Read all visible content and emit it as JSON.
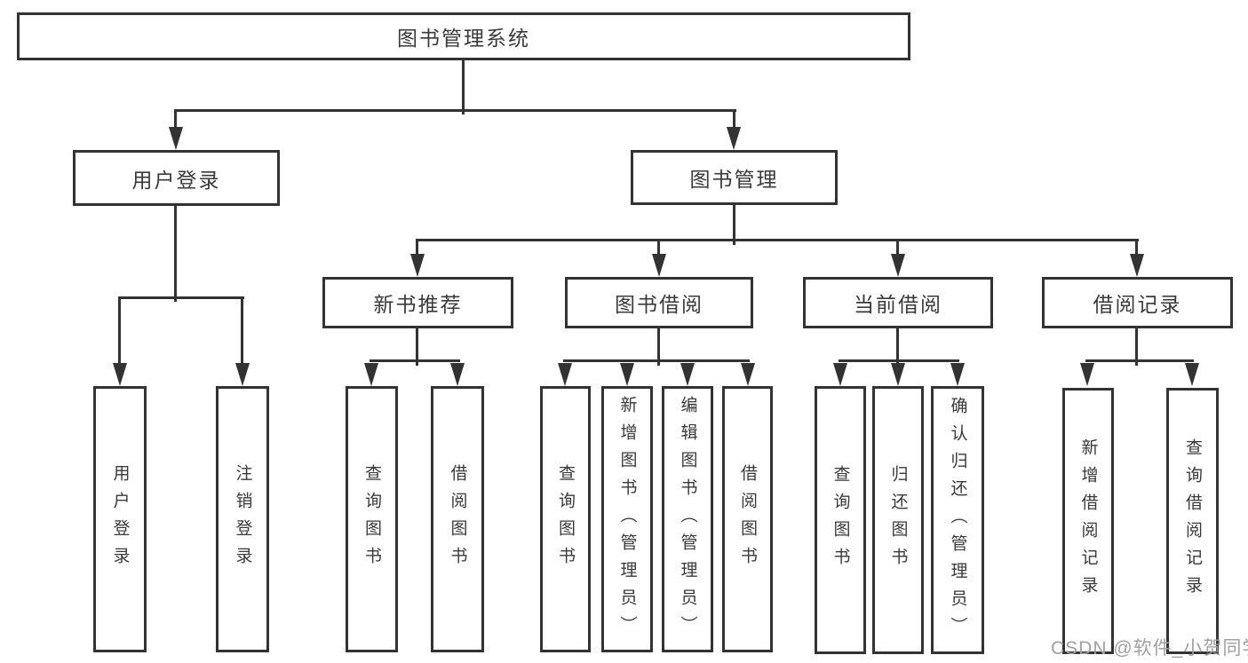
{
  "diagram_title": "图书管理系统",
  "tree": {
    "root": {
      "label": "图书管理系统"
    },
    "branches": [
      {
        "label": "用户登录",
        "children": [
          {
            "label": "用户登录"
          },
          {
            "label": "注销登录"
          }
        ]
      },
      {
        "label": "图书管理",
        "children": [
          {
            "label": "新书推荐",
            "children": [
              {
                "label": "查询图书"
              },
              {
                "label": "借阅图书"
              }
            ]
          },
          {
            "label": "图书借阅",
            "children": [
              {
                "label": "查询图书"
              },
              {
                "label": "新增图书（管理员）"
              },
              {
                "label": "编辑图书（管理员）"
              },
              {
                "label": "借阅图书"
              }
            ]
          },
          {
            "label": "当前借阅",
            "children": [
              {
                "label": "查询图书"
              },
              {
                "label": "归还图书"
              },
              {
                "label": "确认归还（管理员）"
              }
            ]
          },
          {
            "label": "借阅记录",
            "children": [
              {
                "label": "新增借阅记录"
              },
              {
                "label": "查询借阅记录"
              }
            ]
          }
        ]
      }
    ]
  },
  "watermark": {
    "text": "CSDN @软件_小贺同学"
  },
  "colors": {
    "line": "#333333",
    "text": "#3a3a3a",
    "watermark": "#a0a0a0",
    "background": "#ffffff"
  }
}
